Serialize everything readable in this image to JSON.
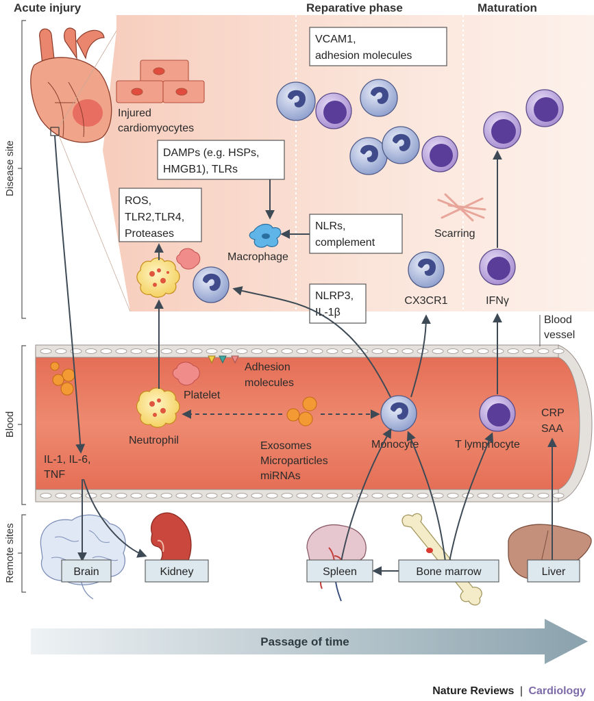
{
  "phases": {
    "acute": "Acute injury",
    "reparative": "Reparative phase",
    "maturation": "Maturation"
  },
  "side_labels": {
    "disease_site": "Disease site",
    "blood": "Blood",
    "remote_sites": "Remote sites"
  },
  "labels": {
    "injured_1": "Injured",
    "injured_2": "cardiomyocytes",
    "macrophage": "Macrophage",
    "scarring": "Scarring",
    "cx3cr1": "CX3CR1",
    "ifng": "IFNγ",
    "blood_vessel_1": "Blood",
    "blood_vessel_2": "vessel",
    "adhesion_1": "Adhesion",
    "adhesion_2": "molecules",
    "platelet": "Platelet",
    "neutrophil": "Neutrophil",
    "exosomes": "Exosomes",
    "microparticles": "Microparticles",
    "mirnas": "miRNAs",
    "monocyte": "Monocyte",
    "t_lymphocyte": "T lymphocyte",
    "crp": "CRP",
    "saa": "SAA",
    "il_1": "IL-1, IL-6,",
    "il_2": "TNF"
  },
  "boxes": {
    "vcam_1": "VCAM1,",
    "vcam_2": "adhesion molecules",
    "damps_1": "DAMPs (e.g. HSPs,",
    "damps_2": "HMGB1), TLRs",
    "ros_1": "ROS,",
    "ros_2": "TLR2,TLR4,",
    "ros_3": "Proteases",
    "nlrs_1": "NLRs,",
    "nlrs_2": "complement",
    "nlrp3_1": "NLRP3,",
    "nlrp3_2": "IL-1β"
  },
  "remote": {
    "brain": "Brain",
    "kidney": "Kidney",
    "spleen": "Spleen",
    "bone_marrow": "Bone marrow",
    "liver": "Liver"
  },
  "time_arrow": "Passage of time",
  "footer": {
    "journal": "Nature Reviews",
    "separator": "|",
    "section": "Cardiology"
  },
  "colors": {
    "vessel": "#e8735a",
    "tissue": "#f9ddd2",
    "monocyte": "#9aaad6",
    "lymphocyte": "#a88fd0",
    "box_fill": "#dde8ee",
    "time_arrow": "#9fb3bc"
  }
}
